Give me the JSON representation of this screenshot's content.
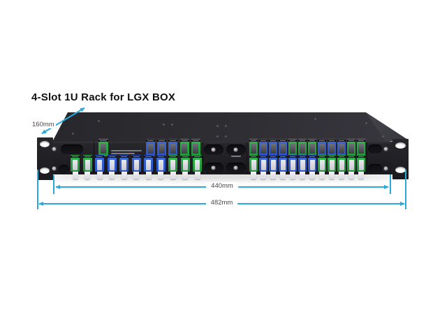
{
  "page": {
    "title": "4-Slot 1U Rack for LGX BOX"
  },
  "annotations": {
    "depth_label": "160mm",
    "rack_mount_width_label": "440mm",
    "overall_width_label": "482mm",
    "line_color": "#2aa9dd",
    "label_color": "#4a4a4a"
  },
  "chassis": {
    "colors": {
      "front": "#202024",
      "top": "#2e2e33",
      "side": "#3e3e44",
      "ear": "#1e1e22",
      "green_adapter": "#2fb24a",
      "blue_adapter": "#2a52c2",
      "dust_cap": "#e8e8ec"
    },
    "left_module": {
      "top_single": [
        "green"
      ],
      "top_row": [
        "blue",
        "blue",
        "blue",
        "green",
        "green"
      ],
      "bottom_row": [
        "green",
        "green",
        "blue",
        "blue",
        "blue",
        "blue",
        "blue",
        "blue",
        "green",
        "green",
        "green"
      ]
    },
    "right_module": {
      "top_row": [
        "green",
        "blue",
        "blue",
        "blue",
        "green",
        "green",
        "green",
        "blue",
        "blue",
        "blue",
        "green",
        "green"
      ],
      "bottom_row": [
        "green",
        "blue",
        "blue",
        "blue",
        "blue",
        "blue",
        "blue",
        "green",
        "green",
        "green",
        "green",
        "green"
      ]
    }
  }
}
